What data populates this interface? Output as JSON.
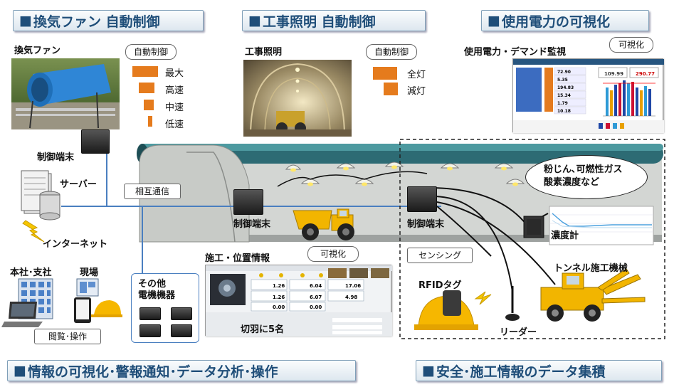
{
  "headers": {
    "fan_control": "換気ファン 自動制御",
    "lighting_control": "工事照明 自動制御",
    "power_visualization": "使用電力の可視化",
    "bottom_left": "情報の可視化･警報通知･データ分析･操作",
    "bottom_right": "安全･施工情報のデータ集積"
  },
  "fan": {
    "title": "換気ファン",
    "badge": "自動制御",
    "levels": [
      "最大",
      "高速",
      "中速",
      "低速"
    ],
    "level_fill": [
      1.0,
      0.75,
      0.5,
      0.25
    ]
  },
  "lighting": {
    "title": "工事照明",
    "badge": "自動制御",
    "levels": [
      "全灯",
      "減灯"
    ],
    "level_fill": [
      1.0,
      0.6
    ]
  },
  "power": {
    "title": "使用電力・デマンド監視",
    "badge": "可視化",
    "screen_values": [
      "72.90",
      "5.35",
      "194.83",
      "15.34",
      "1.79",
      "10.18"
    ],
    "screen_headline": [
      "109.99",
      "290.77"
    ]
  },
  "network": {
    "control_terminal": "制御端末",
    "server": "サーバー",
    "mutual_comm": "相互通信",
    "internet": "インターネット",
    "head_office": "本社･支社",
    "site": "現場",
    "browse_operate": "閲覧･操作",
    "other_equipment": "その他\n電機機器"
  },
  "tunnel": {
    "control_terminal_1": "制御端末",
    "control_terminal_2": "制御端末",
    "sensor_bubble": "粉じん､可燃性ガス\n酸素濃度など",
    "meter": "濃度計",
    "sensing": "センシング"
  },
  "construction": {
    "title": "施工・位置情報",
    "badge": "可視化",
    "callout": "切羽に5名",
    "screen_values": [
      "1.26",
      "6.04",
      "17.06",
      "1.26",
      "6.07",
      "4.98",
      "0.00",
      "0.00"
    ]
  },
  "safety": {
    "rfid_tag": "RFIDタグ",
    "reader": "リーダー",
    "machine": "トンネル施工機械"
  },
  "colors": {
    "accent_orange": "#e57b1d",
    "header_blue": "#1f4e79",
    "network_line": "#4a7fc0",
    "tunnel_teal": "#2f6e73",
    "truck_yellow": "#f2b500"
  }
}
